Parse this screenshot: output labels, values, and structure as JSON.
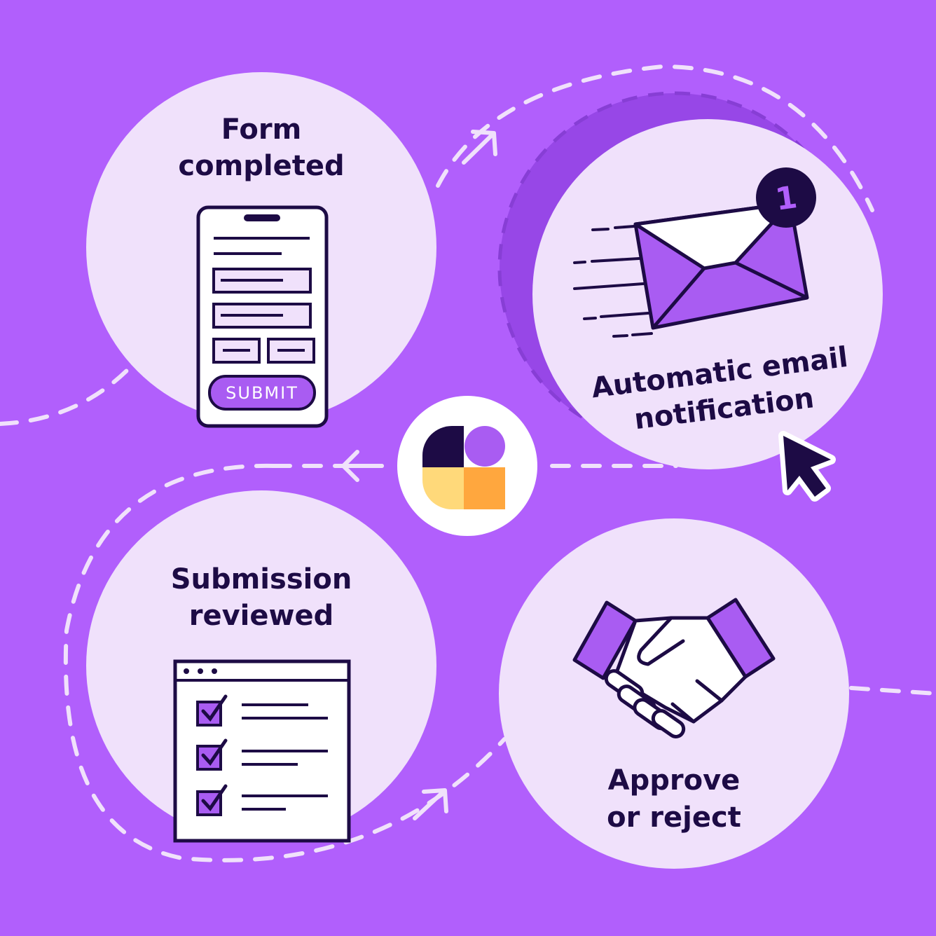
{
  "colors": {
    "background": "#b15ffc",
    "circle_fill": "#f0e1fb",
    "ink": "#1d0b45",
    "accent_purple": "#a95cf2",
    "logo_yellow": "#ffd97a",
    "logo_orange": "#ffa73e"
  },
  "steps": [
    {
      "label_lines": [
        "Form",
        "completed"
      ],
      "icon": "phone-form-icon"
    },
    {
      "label_lines": [
        "Automatic email",
        "notification"
      ],
      "icon": "email-notification-icon"
    },
    {
      "label_lines": [
        "Submission",
        "reviewed"
      ],
      "icon": "checklist-window-icon"
    },
    {
      "label_lines": [
        "Approve",
        "or reject"
      ],
      "icon": "handshake-icon"
    }
  ],
  "form_submit_label": "SUBMIT",
  "notification_count": "1",
  "center_logo": "brand-logo-icon",
  "cursor": "mouse-pointer-icon"
}
